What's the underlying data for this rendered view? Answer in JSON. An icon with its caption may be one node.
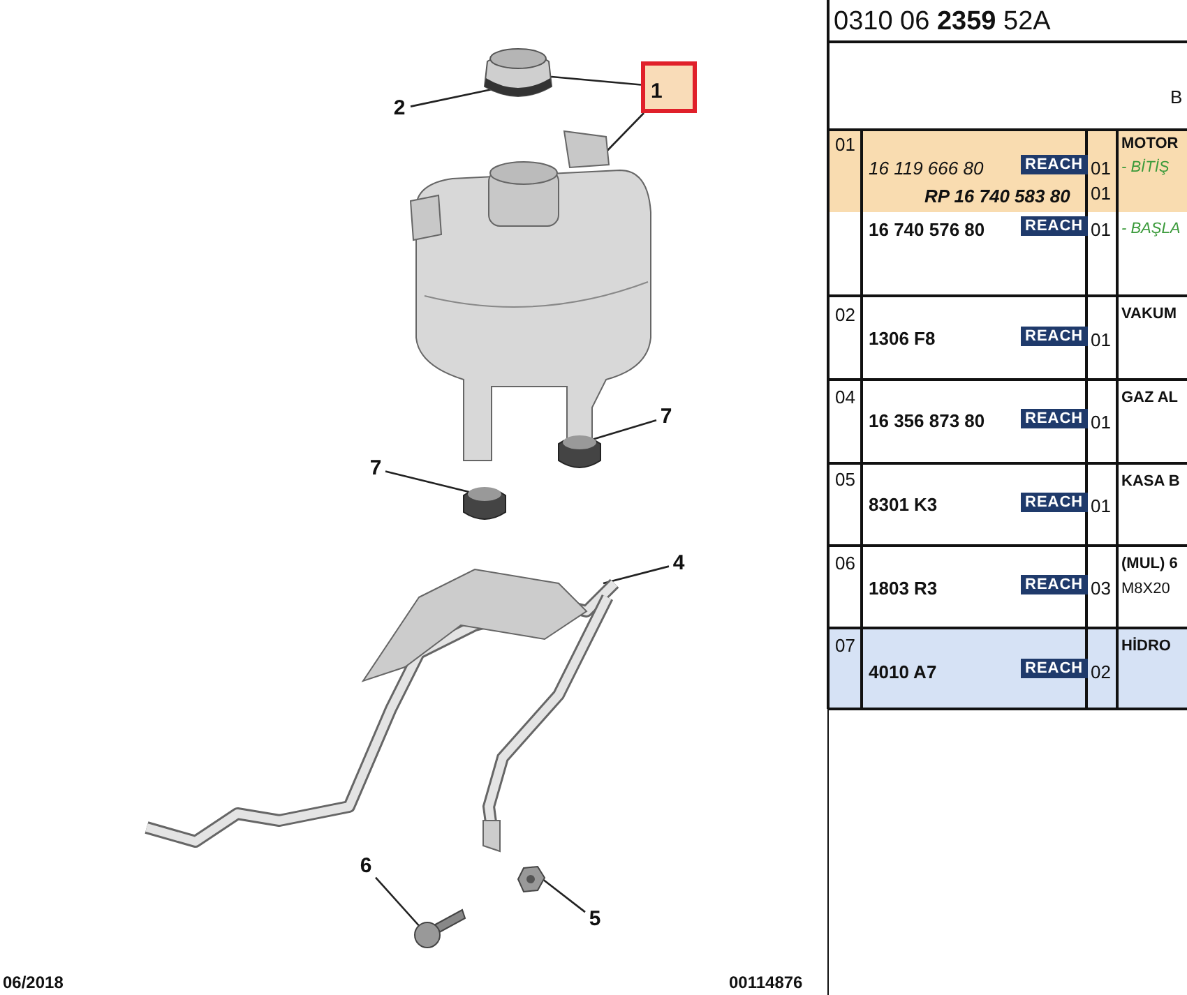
{
  "diagram": {
    "nodes": [
      {
        "text": [
          "1"
        ]
      },
      {
        "text": [
          "2"
        ]
      },
      {
        "text": [
          "7"
        ]
      },
      {
        "text": [
          "7"
        ]
      },
      {
        "text": [
          "4"
        ]
      },
      {
        "text": [
          "6"
        ]
      },
      {
        "text": [
          "5"
        ]
      },
      {
        "text": [],
        "shape": "picture"
      },
      {
        "text": [],
        "shape": "picture"
      },
      {
        "text": [],
        "shape": "picture"
      },
      {
        "text": [],
        "shape": "picture"
      },
      {
        "text": [],
        "shape": "picture"
      },
      {
        "text": [],
        "shape": "picture"
      },
      {
        "text": [],
        "shape": "picture"
      }
    ],
    "edges": [
      {
        "from": 0,
        "to": 7,
        "arrow": "none"
      },
      {
        "from": 0,
        "to": 8,
        "arrow": "none"
      },
      {
        "from": 1,
        "to": 7,
        "arrow": "none"
      },
      {
        "from": 2,
        "to": 10,
        "arrow": "none"
      },
      {
        "from": 3,
        "to": 9,
        "arrow": "none"
      },
      {
        "from": 4,
        "to": 11,
        "arrow": "none"
      },
      {
        "from": 5,
        "to": 12,
        "arrow": "none"
      },
      {
        "from": 6,
        "to": 13,
        "arrow": "none"
      }
    ],
    "labels": [
      "0310 06 **2359** 52A",
      "B",
      "01",
      "16 119 666 80",
      "REACH",
      "01",
      "MOTOR",
      "- BİTİŞ",
      "RP 16 740 583 80",
      "01",
      "16 740 576 80",
      "REACH",
      "01",
      "- BAŞLA",
      "02",
      "VAKUM",
      "1306 F8",
      "REACH",
      "01",
      "04",
      "GAZ AL",
      "16 356 873 80",
      "REACH",
      "01",
      "05",
      "KASA B",
      "8301 K3",
      "REACH",
      "01",
      "06",
      "(MUL) 6",
      "1803 R3",
      "REACH",
      "03",
      "M8X20",
      "07",
      "HİDRO",
      "4010 A7",
      "REACH",
      "02",
      "06/2018",
      "00114876"
    ]
  }
}
